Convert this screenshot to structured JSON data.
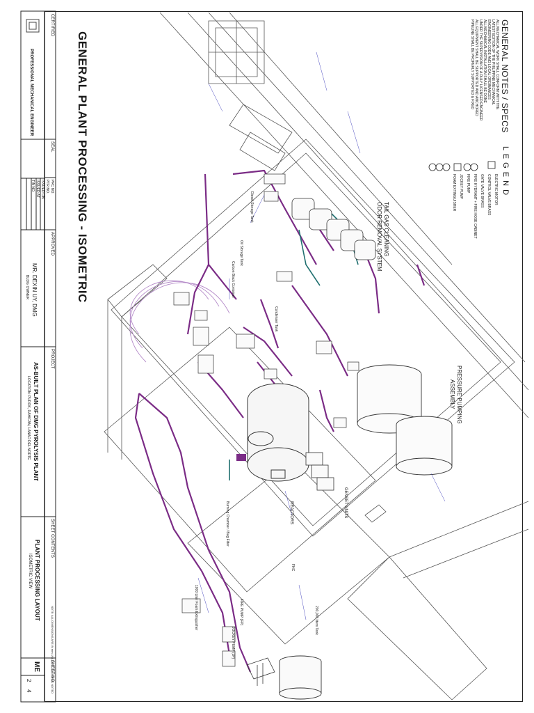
{
  "sheet": {
    "main_title": "GENERAL PLANT PROCESSING - ISOMETRIC",
    "sheet_no": "ME",
    "sheet_num": "2",
    "sheet_total": "4"
  },
  "title_block": {
    "certified_label": "CERTIFIED",
    "seal_label": "SEAL",
    "approved_label": "APPROVED",
    "project_label": "PROJECT",
    "sheet_contents_label": "SHEET CONTENTS",
    "sheet_no_label": "SHEET NO.",
    "engineer_name": "PROFESSIONAL MECHANICAL ENGINEER",
    "approver_name": "MR. DEXIN UY, DMG",
    "approver_role": "BLDG OWNER",
    "project_title": "AS-BUILT PLAN OF DMG PYROLYSIS PLANT",
    "project_location": "LOCATION: PUROK, DAHICAN, LANAO DEL NORTE",
    "sheet_title": "PLANT PROCESSING LAYOUT",
    "sheet_subtitle": "ISOMETRIC VIEW",
    "note": "NOTE: ALL DIMENSIONS ARE IN mm UNLESS OTHERWISE NOTED",
    "fields": [
      "PRC NO.",
      "PTR NO.",
      "ISSUED ON",
      "ISSUED AT",
      "TIN NO."
    ]
  },
  "general_notes": {
    "title": "GENERAL NOTES / SPECS",
    "lines": [
      "ALL MECHANICAL WORK SHALL CONFORM WITH THE",
      "LATEST EDITION OF THE PHILIPPINE MECHANICAL",
      "ENGINEERING CODE AND LOCAL ORDINANCES",
      "ALL MECHANICAL INSTALLATION SHALL BE DONE",
      "UNDER THE SUPERVISION OF A DULY LICENSED ENGINEER",
      "ALL EQUIPMENT SHALL BE SUPPORTED AND ANCHORED",
      "PIPELINE SHALL BE PROPERLY SUPPORTED & FIXED"
    ]
  },
  "legend": {
    "title": "L E G E N D",
    "items": [
      {
        "symbol": "M",
        "label": "ELECTRIC MOTOR"
      },
      {
        "symbol": "CV",
        "label": "CONTROL VALVE BRASS"
      },
      {
        "symbol": "GV",
        "label": "GATE VALVE BRASS"
      },
      {
        "symbol": "FHC",
        "label": "FIRE HYDRANT + FIRE HOSE CABINET"
      },
      {
        "symbol": "FP",
        "label": "FIRE PUMP"
      },
      {
        "symbol": "JP",
        "label": "JOCKEY PUMP"
      },
      {
        "symbol": "FE",
        "label": "FOAM EXTINGUISHER"
      }
    ]
  },
  "callouts": {
    "tail_gas": "TAIL GAS CLEANING",
    "odor_removal": "ODOR REMOVAL SYSTEM",
    "pressure_pumping": "PRESSURE PUMPING",
    "assembly": "ASSEMBLY",
    "reactors": "REACTORS",
    "genset": "GENSET UNITS",
    "fire_pump": "FIRE PUMP (FP)",
    "jockey_pump": "JOCKEY PUMP (JP)",
    "water_tank": "200,000 liters Tank",
    "foam_extinguisher": "1000 Liter Foam Extinguisher",
    "condenser": "Condenser Tank",
    "diesel_storage": "Diesel Storage Tank",
    "oil_storage": "Oil Storage Tank",
    "carbon_black": "Carbon Black Container",
    "burning_chamber": "Burning Chamber / Bag Filter",
    "fhc_tag": "FHC"
  }
}
